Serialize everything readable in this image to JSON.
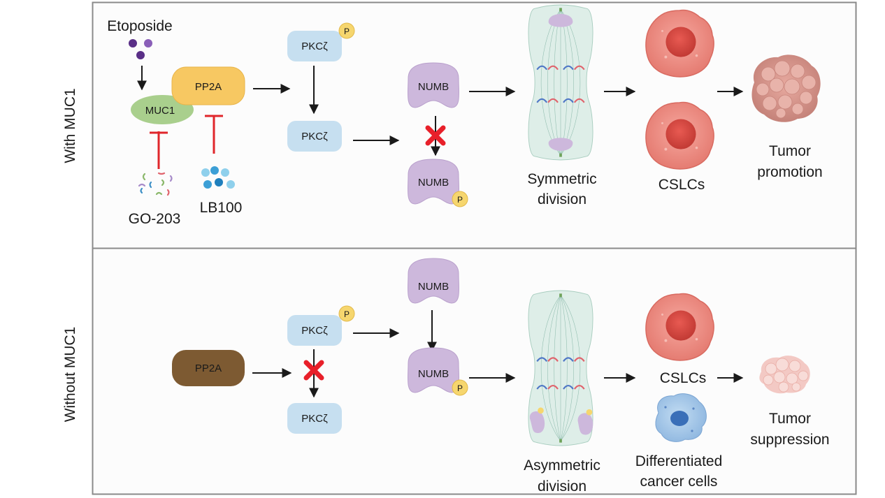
{
  "panels": {
    "top": {
      "side_label": "With MUC1",
      "etoposide": "Etoposide",
      "muc1": "MUC1",
      "pp2a": "PP2A",
      "go203": "GO-203",
      "lb100": "LB100",
      "pkcz_p": "PKCζ",
      "pkcz": "PKCζ",
      "numb": "NUMB",
      "numb_p": "NUMB",
      "phospho": "P",
      "division_line1": "Symmetric",
      "division_line2": "division",
      "cslc": "CSLCs",
      "outcome_line1": "Tumor",
      "outcome_line2": "promotion"
    },
    "bottom": {
      "side_label": "Without MUC1",
      "pp2a": "PP2A",
      "pkcz_p": "PKCζ",
      "pkcz": "PKCζ",
      "numb": "NUMB",
      "numb_p": "NUMB",
      "phospho": "P",
      "division_line1": "Asymmetric",
      "division_line2": "division",
      "cslc": "CSLCs",
      "diff_line1": "Differentiated",
      "diff_line2": "cancer cells",
      "outcome_line1": "Tumor",
      "outcome_line2": "suppression"
    }
  },
  "colors": {
    "border": "#8a8a8a",
    "arrow": "#1a1a1a",
    "inhibit": "#e0262b",
    "block_x": "#e8202a",
    "pkc_fill": "#c6dff0",
    "numb_fill": "#cdb8dc",
    "muc1_fill": "#a9cf8d",
    "pp2a_active": "#f7c862",
    "pp2a_inactive": "#7d5a32",
    "phospho_fill": "#f6d66e",
    "cslc_fill": "#ef8f86",
    "cslc_nucleus": "#d9453e",
    "diff_fill": "#a6c9ea",
    "diff_nucleus": "#3a6fb8",
    "tumor_big": "#d9948a",
    "tumor_small": "#f3c9c4",
    "spindle_fill": "#d9ece6"
  },
  "icons": {
    "arrow": "arrow-right-icon",
    "inhibit": "inhibit-tbar-icon",
    "block": "red-x-block-icon",
    "spindle": "mitotic-spindle-icon",
    "cell": "cancer-cell-icon",
    "tumor": "tumor-mass-icon"
  }
}
